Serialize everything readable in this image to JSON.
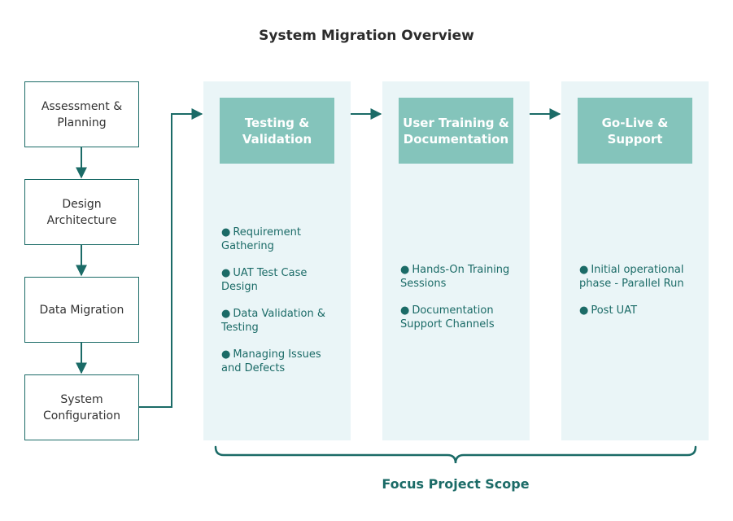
{
  "title": "System Migration Overview",
  "steps": [
    {
      "label": "Assessment & Planning"
    },
    {
      "label": "Design Architecture"
    },
    {
      "label": "Data Migration"
    },
    {
      "label": "System Configuration"
    }
  ],
  "phases": [
    {
      "title": "Testing & Validation",
      "items": [
        "Requirement Gathering",
        "UAT Test Case Design",
        "Data Validation & Testing",
        "Managing Issues and Defects"
      ]
    },
    {
      "title": "User Training & Documentation",
      "items": [
        "Hands-On Training Sessions",
        "Documentation Support Channels"
      ]
    },
    {
      "title": "Go-Live & Support",
      "items": [
        "Initial operational phase - Parallel Run",
        "Post UAT"
      ]
    }
  ],
  "scope_label": "Focus Project Scope",
  "colors": {
    "accent": "#1b6b67",
    "header_fill": "#84c4bb",
    "panel_fill": "#eaf5f7"
  }
}
